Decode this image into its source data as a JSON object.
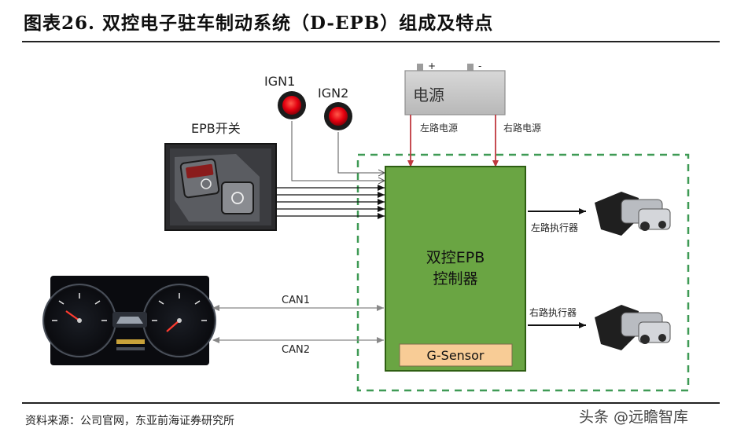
{
  "title": "图表26. 双控电子驻车制动系统（D-EPB）组成及特点",
  "source": "资料来源：公司官网，东亚前海证券研究所",
  "watermark": "头条 @远瞻智库",
  "power": {
    "label": "电源",
    "plus": "+",
    "minus": "-",
    "left_line": "左路电源",
    "right_line": "右路电源"
  },
  "ign1": "IGN1",
  "ign2": "IGN2",
  "epb_switch": "EPB开关",
  "controller": {
    "line1": "双控EPB",
    "line2": "控制器",
    "sensor": "G-Sensor"
  },
  "can1": "CAN1",
  "can2": "CAN2",
  "actuator_left": "左路执行器",
  "actuator_right": "右路执行器",
  "colors": {
    "controller_fill": "#6aa543",
    "controller_border": "#2e5e12",
    "sensor_fill": "#f8cc96",
    "dashed_border": "#3f9a55",
    "power_fill": "#c9c9c9",
    "arrow_red": "#c0393f",
    "led_red": "#e3000f"
  }
}
